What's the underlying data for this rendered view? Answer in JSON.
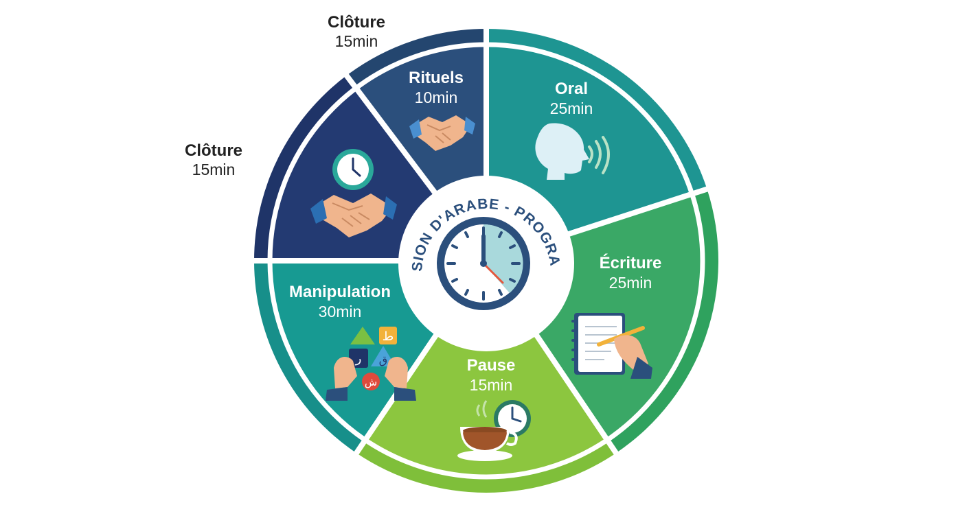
{
  "center": {
    "title": "SESSION D'ARABE - PROGRAMME"
  },
  "segments": [
    {
      "key": "oral",
      "title": "Oral",
      "duration": "25min",
      "icon": "speaking-head-icon",
      "color": "#1e9592"
    },
    {
      "key": "ecriture",
      "title": "Écriture",
      "duration": "25min",
      "icon": "notebook-writing-icon",
      "color": "#3aa866"
    },
    {
      "key": "pause",
      "title": "Pause",
      "duration": "15min",
      "icon": "tea-cup-clock-icon",
      "color": "#8cc63f"
    },
    {
      "key": "manipulation",
      "title": "Manipulation",
      "duration": "30min",
      "icon": "hands-shapes-icon",
      "color": "#179a92"
    },
    {
      "key": "cloture",
      "title": "Clôture",
      "duration": "15min",
      "icon": "clock-handshake-icon",
      "color": "#233a72"
    },
    {
      "key": "rituels",
      "title": "Rituels",
      "duration": "10min",
      "icon": "handshake-icon",
      "color": "#2b4f7c"
    }
  ],
  "outer_labels": [
    {
      "key": "cloture-top",
      "title": "Clôture",
      "duration": "15min"
    },
    {
      "key": "cloture-left",
      "title": "Clôture",
      "duration": "15min"
    }
  ],
  "arabic_letters": [
    "ط",
    "ر",
    "ق",
    "ش"
  ]
}
